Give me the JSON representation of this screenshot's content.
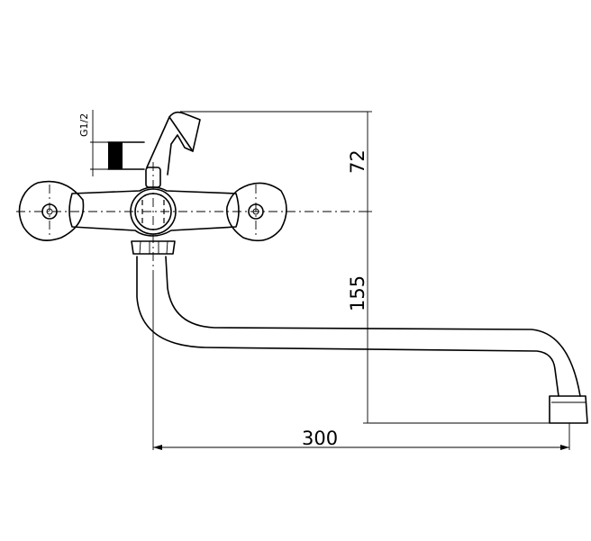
{
  "dimensions": {
    "height_top": "72",
    "height_spout": "155",
    "spout_length": "300",
    "thread": "G1/2"
  }
}
